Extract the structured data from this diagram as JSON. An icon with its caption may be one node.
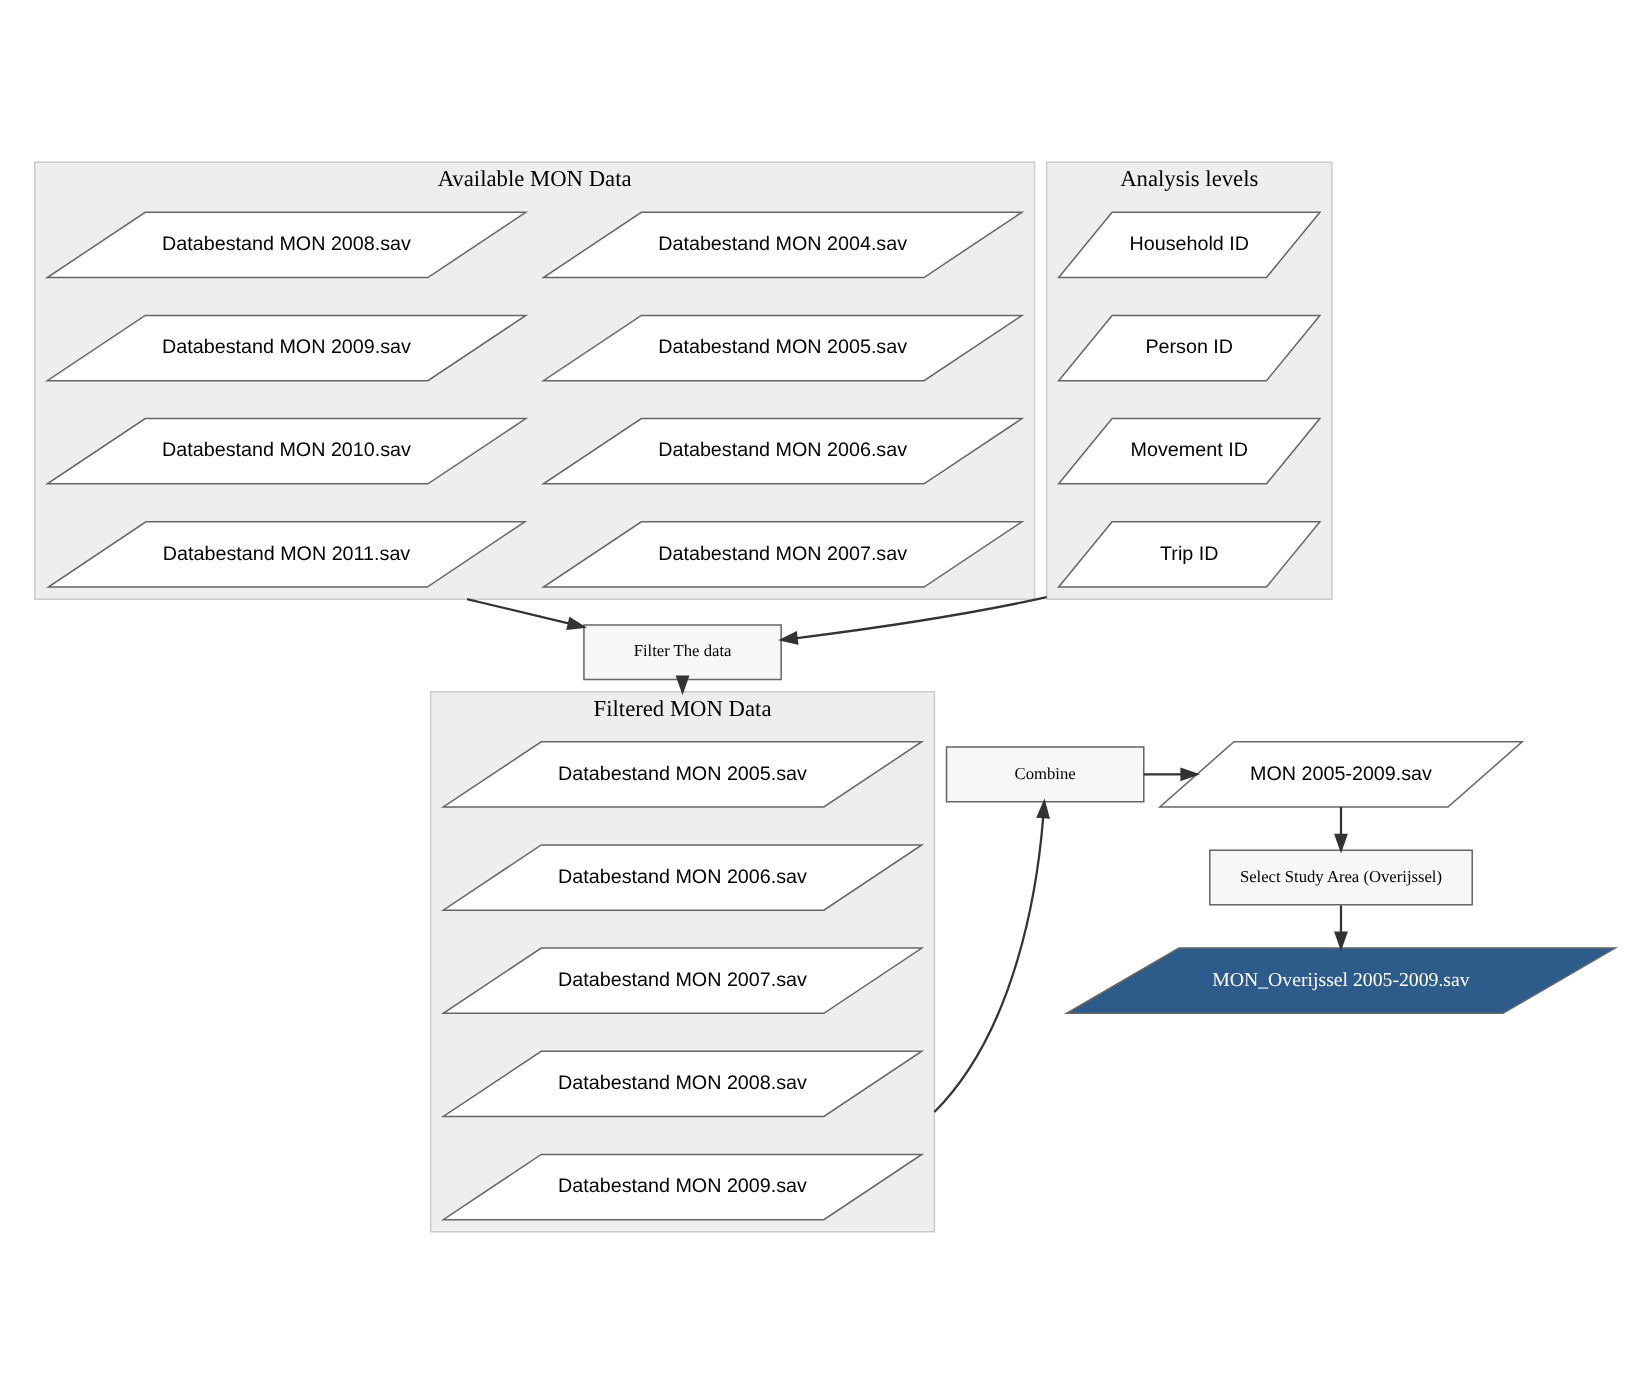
{
  "diagram": {
    "nodes": [
      {
        "text": [
          "Available MON Data"
        ]
      },
      {
        "text": [
          "Databestand MON 2004.sav"
        ],
        "in": 0
      },
      {
        "text": [
          "Databestand MON 2008.sav"
        ],
        "in": 0
      },
      {
        "text": [
          "Databestand MON 2005.sav"
        ],
        "in": 0
      },
      {
        "text": [
          "Databestand MON 2009.sav"
        ],
        "in": 0
      },
      {
        "text": [
          "Databestand MON 2006.sav"
        ],
        "in": 0
      },
      {
        "text": [
          "Databestand MON 2010.sav"
        ],
        "in": 0
      },
      {
        "text": [
          "Databestand MON 2007.sav"
        ],
        "in": 0
      },
      {
        "text": [
          "Databestand MON 2011.sav"
        ],
        "in": 0
      },
      {
        "text": [
          "Analysis levels"
        ]
      },
      {
        "text": [
          "Household ID"
        ],
        "in": 9
      },
      {
        "text": [
          "Person ID"
        ],
        "in": 9
      },
      {
        "text": [
          "Movement ID"
        ],
        "in": 9
      },
      {
        "text": [
          "Trip ID"
        ],
        "in": 9
      },
      {
        "text": [
          "Filter The data"
        ]
      },
      {
        "text": [
          "Filtered MON Data"
        ]
      },
      {
        "text": [
          "Databestand MON 2005.sav"
        ],
        "in": 15
      },
      {
        "text": [
          "Databestand MON 2006.sav"
        ],
        "in": 15
      },
      {
        "text": [
          "Databestand MON 2007.sav"
        ],
        "in": 15
      },
      {
        "text": [
          "Databestand MON 2008.sav"
        ],
        "in": 15
      },
      {
        "text": [
          "Databestand MON 2009.sav"
        ],
        "in": 15
      },
      {
        "text": [
          "Combine"
        ]
      },
      {
        "text": [
          "MON 2005-2009.sav"
        ]
      },
      {
        "text": [
          "Select Study Area (Overijssel)"
        ]
      },
      {
        "text": [
          "MON_Overijssel 2005-2009.sav"
        ]
      }
    ],
    "edges": [
      {
        "from": 0,
        "to": 14,
        "arrow": "to"
      },
      {
        "from": 9,
        "to": 14,
        "arrow": "to"
      },
      {
        "from": 14,
        "to": 15,
        "arrow": "to"
      },
      {
        "from": 15,
        "to": 21,
        "arrow": "to"
      },
      {
        "from": 21,
        "to": 22,
        "arrow": "to"
      },
      {
        "from": 22,
        "to": 23,
        "arrow": "to"
      },
      {
        "from": 23,
        "to": 24,
        "arrow": "to"
      }
    ]
  }
}
